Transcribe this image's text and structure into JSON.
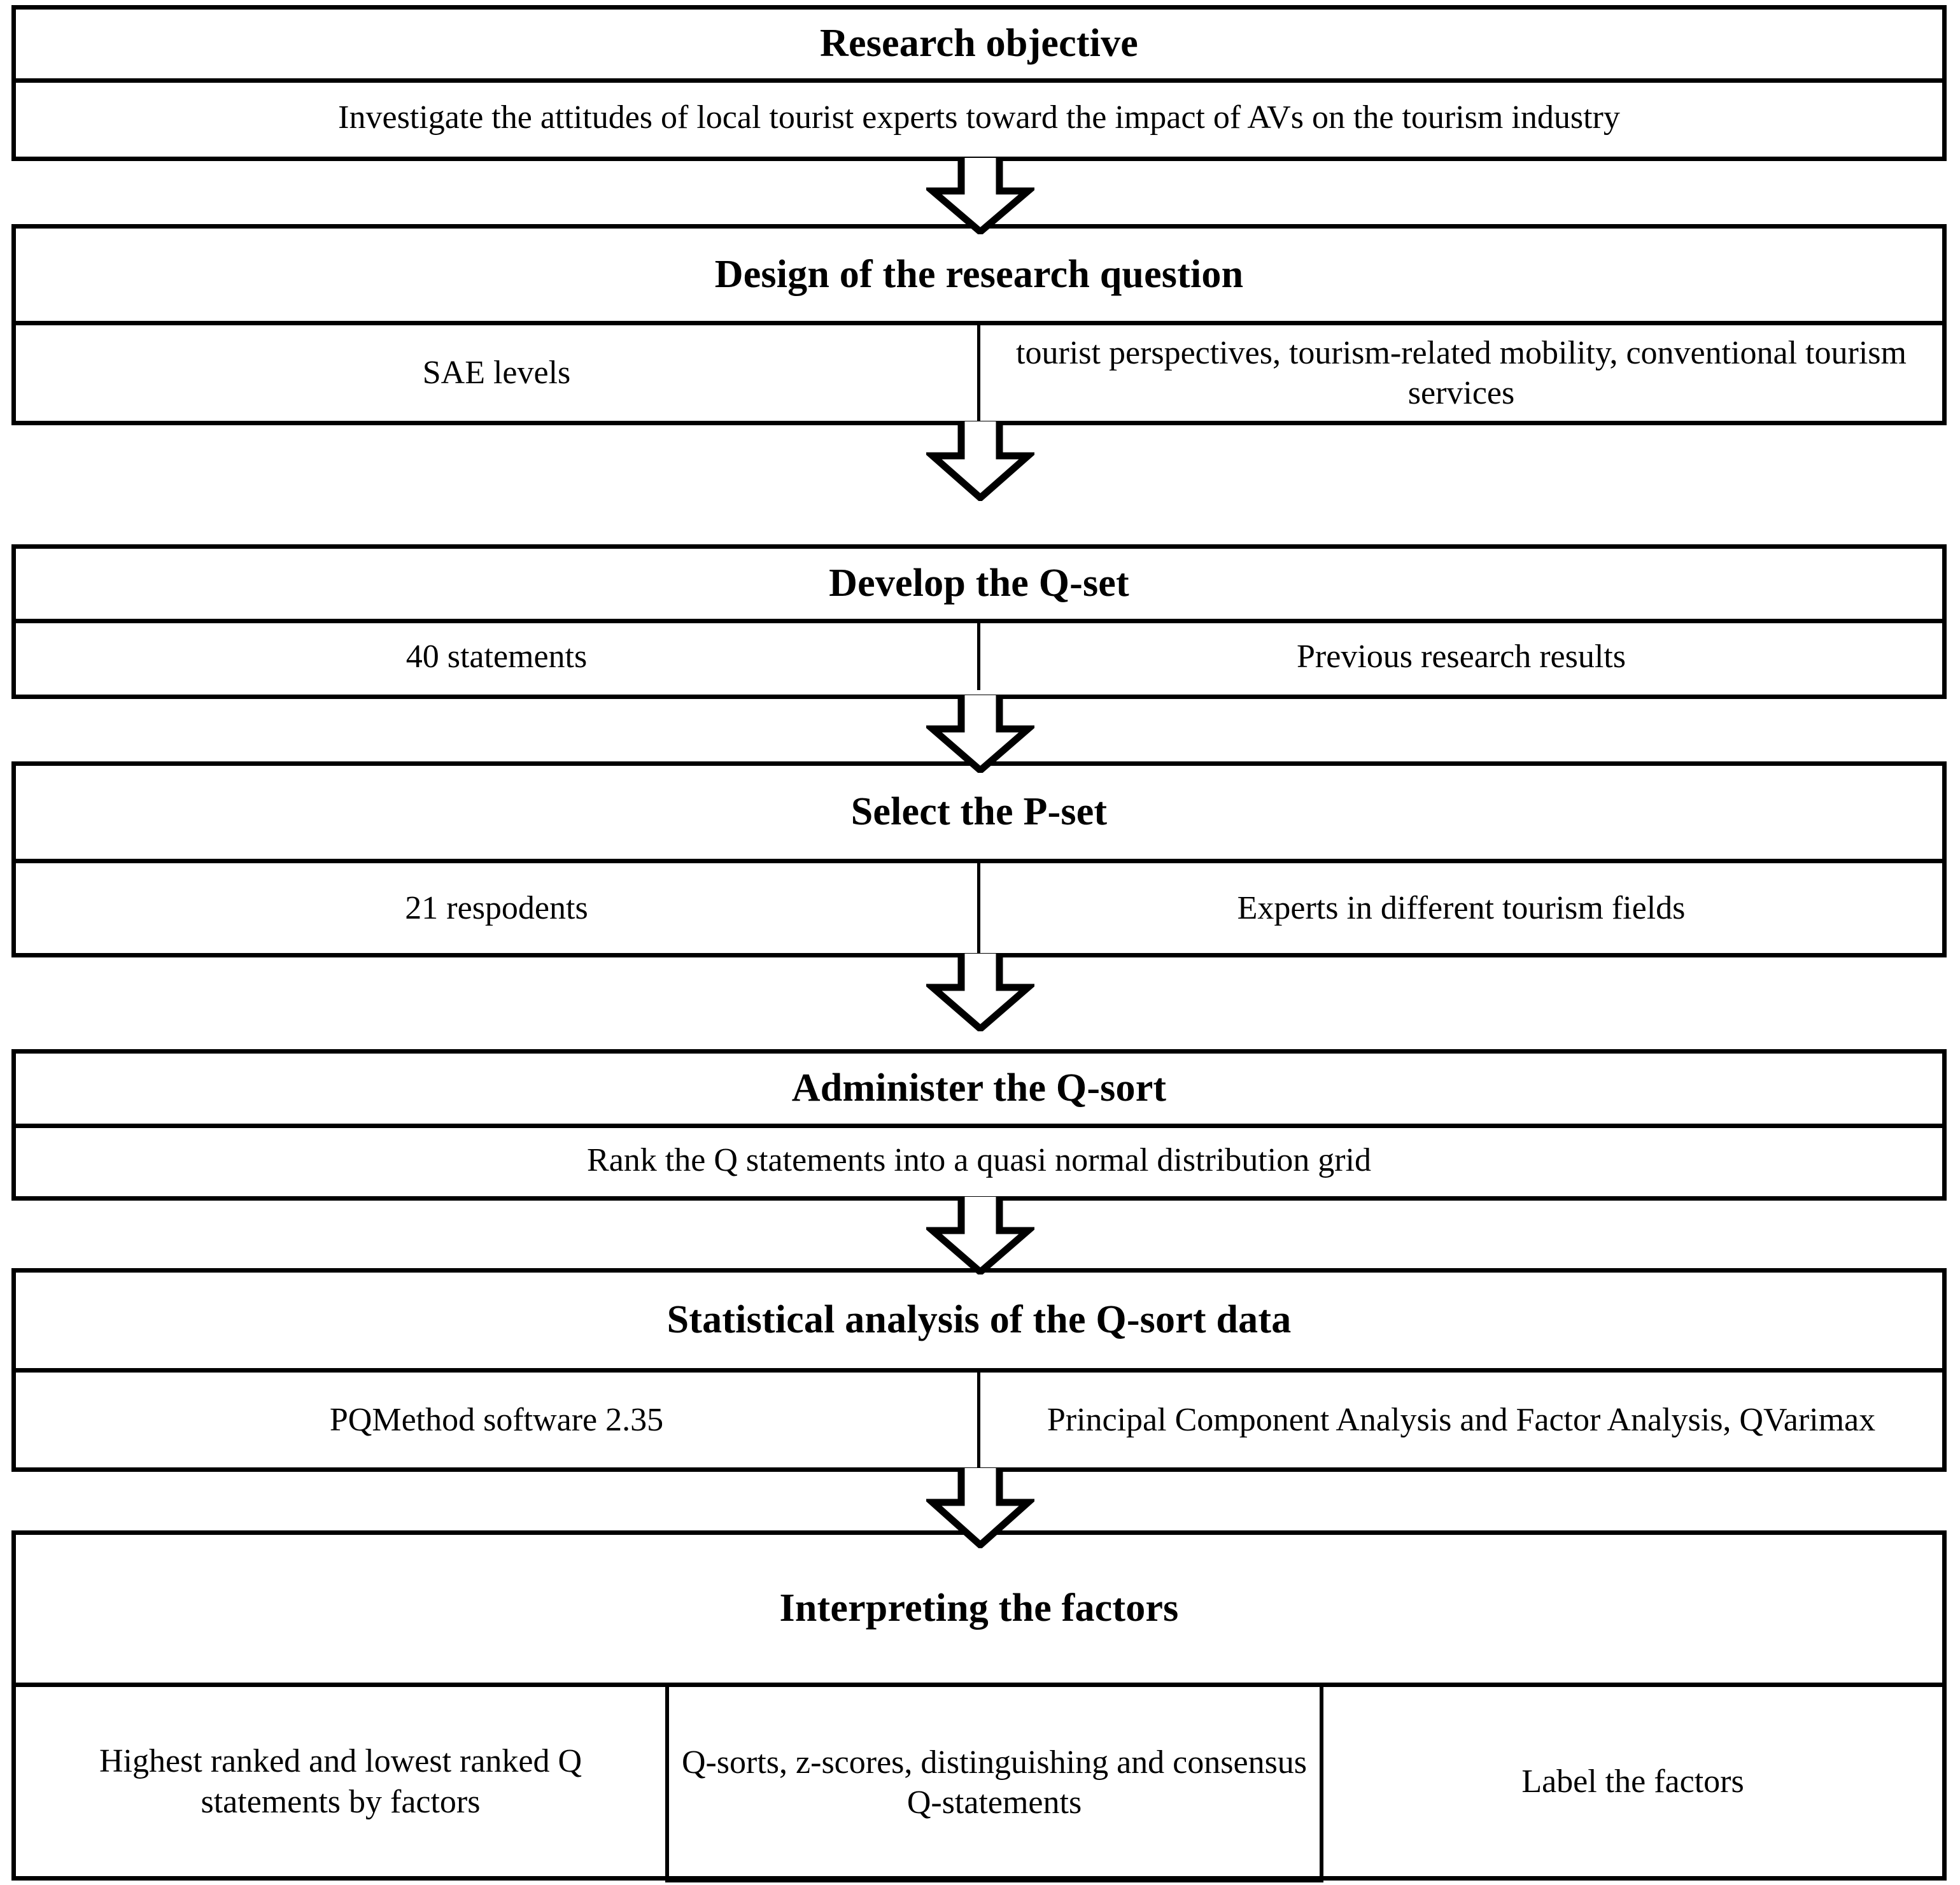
{
  "diagram": {
    "type": "flowchart",
    "orientation": "vertical",
    "title": "Q-methodology research process flowchart",
    "colors": {
      "line": "#000000",
      "fill": "#ffffff",
      "text": "#000000"
    },
    "connector": "down-block-arrow"
  },
  "steps": [
    {
      "id": "research-objective",
      "title": "Research objective",
      "cells": [
        {
          "text": "Investigate the attitudes of local tourist experts toward the impact of AVs on the tourism industry"
        }
      ]
    },
    {
      "id": "design-research-question",
      "title": "Design of the research question",
      "cells": [
        {
          "text": "SAE levels"
        },
        {
          "text": "tourist perspectives, tourism-related mobility, conventional tourism services"
        }
      ]
    },
    {
      "id": "develop-q-set",
      "title": "Develop the Q-set",
      "cells": [
        {
          "text": "40 statements"
        },
        {
          "text": "Previous research results"
        }
      ]
    },
    {
      "id": "select-p-set",
      "title": "Select the P-set",
      "cells": [
        {
          "text": "21 respodents"
        },
        {
          "text": "Experts in different tourism fields"
        }
      ]
    },
    {
      "id": "administer-q-sort",
      "title": "Administer the Q-sort",
      "cells": [
        {
          "text": "Rank the Q statements into a quasi normal distribution grid"
        }
      ]
    },
    {
      "id": "statistical-analysis",
      "title": "Statistical analysis of the Q-sort data",
      "cells": [
        {
          "text": "PQMethod software 2.35"
        },
        {
          "text": "Principal Component Analysis and Factor Analysis, QVarimax"
        }
      ]
    },
    {
      "id": "interpreting-factors",
      "title": "Interpreting the factors",
      "cells": [
        {
          "text": "Highest ranked and lowest ranked Q statements by factors"
        },
        {
          "text": "Q-sorts, z-scores, distinguishing and consensus Q-statements"
        },
        {
          "text": "Label the factors"
        }
      ]
    }
  ],
  "connectors": [
    {
      "from": "research-objective",
      "to": "design-research-question"
    },
    {
      "from": "design-research-question",
      "to": "develop-q-set"
    },
    {
      "from": "develop-q-set",
      "to": "select-p-set"
    },
    {
      "from": "select-p-set",
      "to": "administer-q-sort"
    },
    {
      "from": "administer-q-sort",
      "to": "statistical-analysis"
    },
    {
      "from": "statistical-analysis",
      "to": "interpreting-factors"
    }
  ]
}
